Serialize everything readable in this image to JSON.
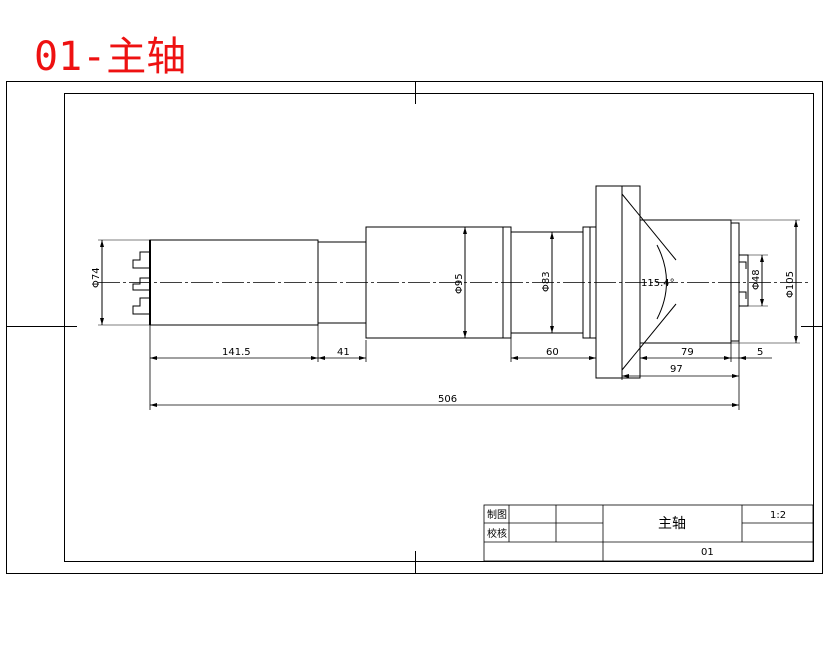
{
  "heading": "01-主轴",
  "colors": {
    "heading": "#ee1111",
    "lines": "#000000",
    "background": "#ffffff"
  },
  "dimensions": {
    "d_74": "Φ74",
    "d_95": "Φ95",
    "d_83": "Φ83",
    "d_48": "Φ48",
    "d_105": "Φ105",
    "angle": "115.4°",
    "len_141_5": "141.5",
    "len_41": "41",
    "len_60": "60",
    "len_79": "79",
    "len_5": "5",
    "len_97": "97",
    "len_506": "506"
  },
  "title_block": {
    "drawn_by_label": "制图",
    "checked_by_label": "校核",
    "part_name": "主轴",
    "scale": "1:2",
    "drawing_number": "01"
  }
}
